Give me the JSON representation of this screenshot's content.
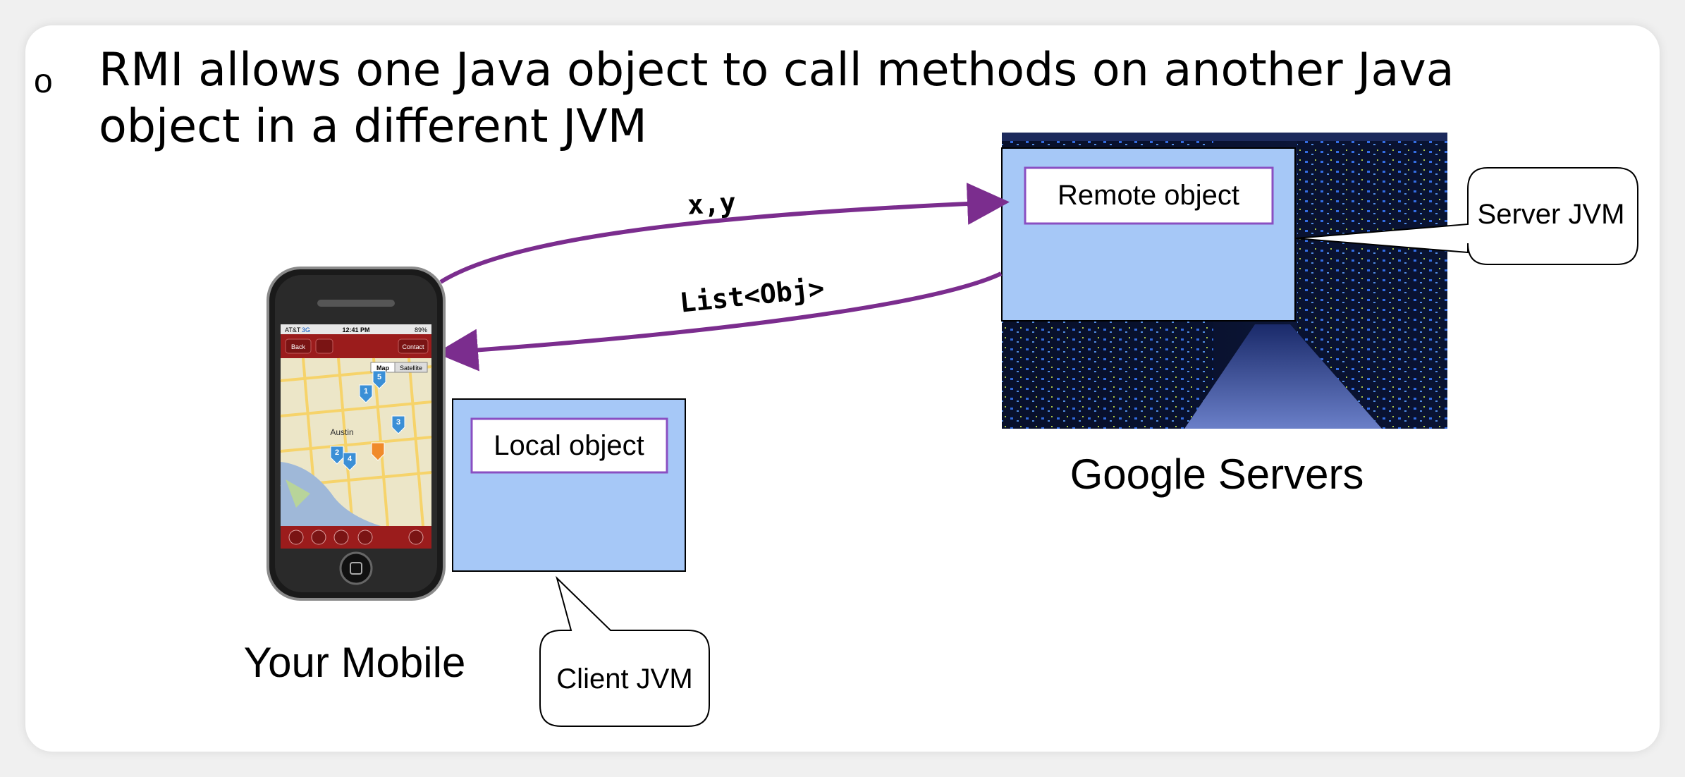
{
  "bullet": {
    "marker": "o",
    "text": "RMI allows one Java object to call methods on another Java object in a different JVM"
  },
  "arrows": {
    "call_label": "x,y",
    "return_label": "List<Obj>"
  },
  "client": {
    "device_label": "Your Mobile",
    "object_label": "Local object",
    "callout_label": "Client JVM"
  },
  "server": {
    "caption": "Google Servers",
    "object_label": "Remote object",
    "callout_label": "Server JVM"
  },
  "phone": {
    "carrier": "AT&T",
    "network": "3G",
    "time": "12:41 PM",
    "battery": "89%",
    "back_label": "Back",
    "contact_label": "Contact",
    "map_tab": "Map",
    "satellite_tab": "Satellite",
    "city_label": "Austin",
    "pins": [
      "5",
      "1",
      "3",
      "2",
      "4"
    ]
  },
  "colors": {
    "arrow": "#7b2d8e",
    "object_fill": "#a6c8f7",
    "label_border": "#8a4fc2",
    "phone_bar": "#9b1c1c"
  }
}
